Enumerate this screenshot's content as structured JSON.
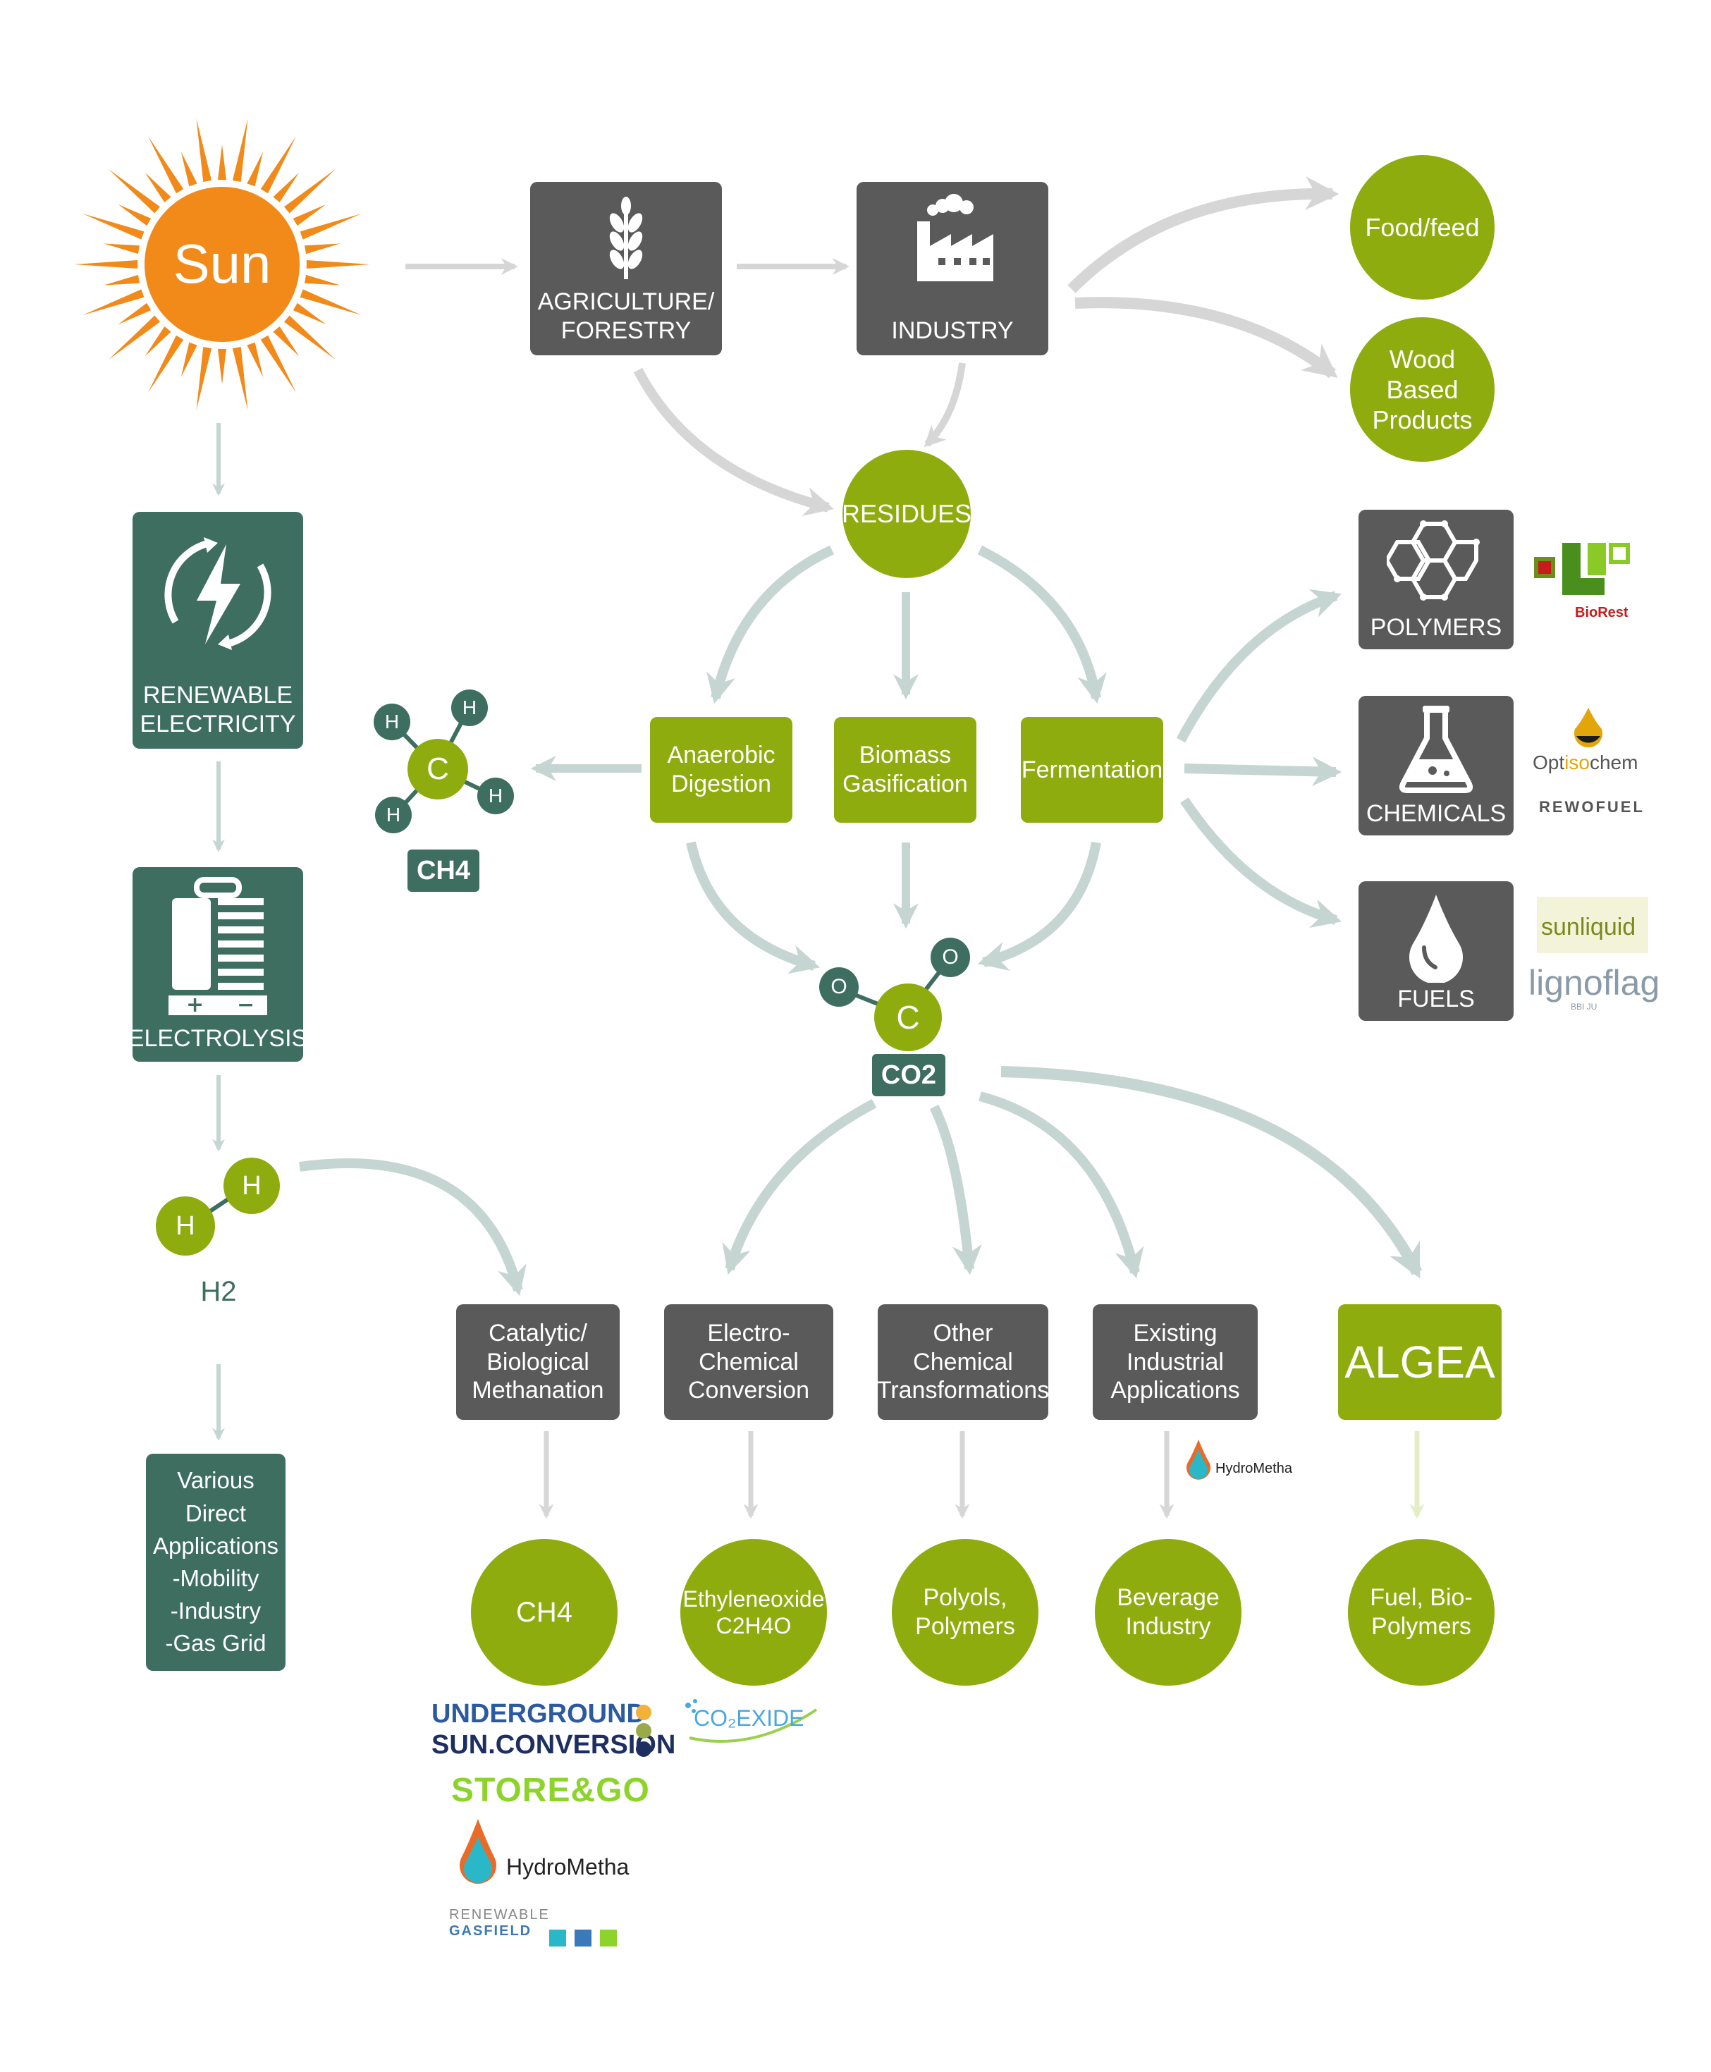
{
  "sun": {
    "label": "Sun"
  },
  "nodes": {
    "agriculture": "AGRICULTURE/\nFORESTRY",
    "industry": "INDUSTRY",
    "food_feed": "Food/feed",
    "wood": "Wood Based\nProducts",
    "residues": "RESIDUES",
    "renewable_electricity": "RENEWABLE\nELECTRICITY",
    "electrolysis": "ELECTROLYSIS",
    "anaerobic": "Anaerobic\nDigestion",
    "gasification": "Biomass\nGasification",
    "fermentation": "Fermentation",
    "polymers": "POLYMERS",
    "chemicals": "CHEMICALS",
    "fuels": "FUELS",
    "catalytic": "Catalytic/\nBiological\nMethanation",
    "electro": "Electro-\nChemical\nConversion",
    "other": "Other\nChemical\nTransformations",
    "existing": "Existing\nIndustrial\nApplications",
    "algea": "ALGEA",
    "various": "Various\nDirect\nApplications\n-Mobility\n-Industry\n-Gas Grid",
    "ch4_out": "CH4",
    "ethylene": "Ethyleneoxide\nC2H4O",
    "polyols": "Polyols,\nPolymers",
    "beverage": "Beverage\nIndustry",
    "fuel_bio": "Fuel, Bio-\nPolymers"
  },
  "molecules": {
    "ch4": {
      "center": "C",
      "h": "H",
      "label": "CH4"
    },
    "co2": {
      "center": "C",
      "o": "O",
      "label": "CO2"
    },
    "h2": {
      "h": "H",
      "label": "H2"
    }
  },
  "logos": {
    "biorest": "BioRest",
    "optisochem_pre": "Opt",
    "optisochem_mid": "iso",
    "optisochem_post": "chem",
    "rewofuel": "REWOFUEL",
    "sunliquid": "sunliquid",
    "lignoflag": "lignoflag",
    "lignoflag_sub": "BBI JU",
    "hydrometha_small": "HydroMetha",
    "underground_1": "UNDERGROUND",
    "underground_2": "SUN.CONVERSION",
    "storego": "STORE&GO",
    "hydrometha_big": "HydroMetha",
    "renewable_gasfield_1": "RENEWABLE",
    "renewable_gasfield_2": "GASFIELD",
    "co2exide": "CO₂EXIDE"
  },
  "colors": {
    "gray_box": "#5a5a5a",
    "lime": "#8fac0e",
    "teal": "#3e6e60",
    "sun_orange": "#f28a1a",
    "arrow_gray": "#d9d9d9",
    "arrow_teal": "#c5d5d1"
  }
}
